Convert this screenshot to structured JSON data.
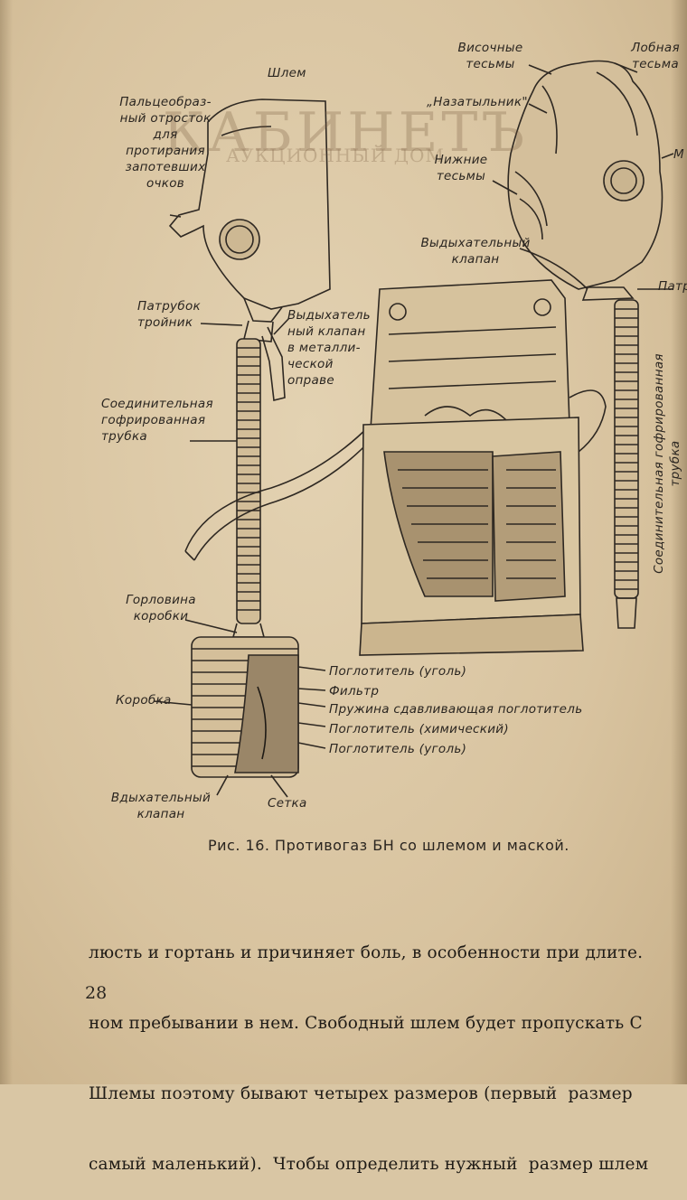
{
  "watermark": {
    "main": "КАБИНЕТЪ",
    "sub": "АУКЦИОННЫЙ ДОМ"
  },
  "figure": {
    "left_labels": {
      "helmet": "Шлем",
      "finger_appendix": "Пальцеобраз-\nный отросток\nдля\nпротирания\nзапотевших\nочков",
      "tee_pipe": "Патрубок\nтройник",
      "exhale_valve_metal": "Выдыхатель\nный клапан\nв металли-\nческой\nоправе",
      "connecting_hose": "Соединительная\nгофрированная\nтрубка",
      "box_neck": "Горловина\nкоробки",
      "box": "Коробка",
      "inhale_valve": "Вдыхательный\nклапан",
      "mesh": "Сетка"
    },
    "box_layers": [
      "Поглотитель (уголь)",
      "Фильтр",
      "Пружина сдавливающая поглотитель",
      "Поглотитель (химический)",
      "Поглотитель (уголь)"
    ],
    "right_labels": {
      "temple_straps": "Височные\nтесьмы",
      "forehead_strap": "Лобная\nтесьма",
      "nape_pad": "„Назатыльник\"",
      "lower_straps": "Нижние\nтесьмы",
      "exhale_valve": "Выдыхательный\nклапан",
      "pipe_cut": "Патру",
      "mask_cut": "М",
      "connecting_hose_vertical": "Соединительная гофрированная\nтрубка"
    }
  },
  "caption": "Рис. 16. Противогаз БН со шлемом и маской.",
  "body_lines": [
    "люсть и гортань и причиняет боль, в особенности при длите.",
    "ном пребывании в нем. Свободный шлем будет пропускать С",
    "Шлемы поэтому бывают четырех размеров (первый  размер",
    "самый маленький).  Чтобы определить нужный  размер шлем"
  ],
  "page_number": "28"
}
